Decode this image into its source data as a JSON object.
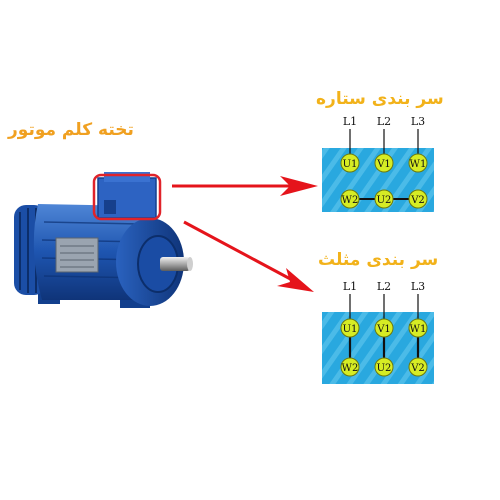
{
  "motor_label": "تخته کلم موتور",
  "star": {
    "title": "سر بندی ستاره",
    "lines": [
      "L1",
      "L2",
      "L3"
    ],
    "top_terminals": [
      "U1",
      "V1",
      "W1"
    ],
    "bottom_terminals": [
      "W2",
      "U2",
      "V2"
    ]
  },
  "delta": {
    "title": "سر بندی مثلث",
    "lines": [
      "L1",
      "L2",
      "L3"
    ],
    "top_terminals": [
      "U1",
      "V1",
      "W1"
    ],
    "bottom_terminals": [
      "W2",
      "U2",
      "V2"
    ]
  },
  "colors": {
    "box": "#29a8df",
    "terminal": "#d6ec24",
    "arrow": "#e5141b",
    "motor": "#1e55b0",
    "highlight": "#e0232a",
    "title": "#f2b21a"
  }
}
